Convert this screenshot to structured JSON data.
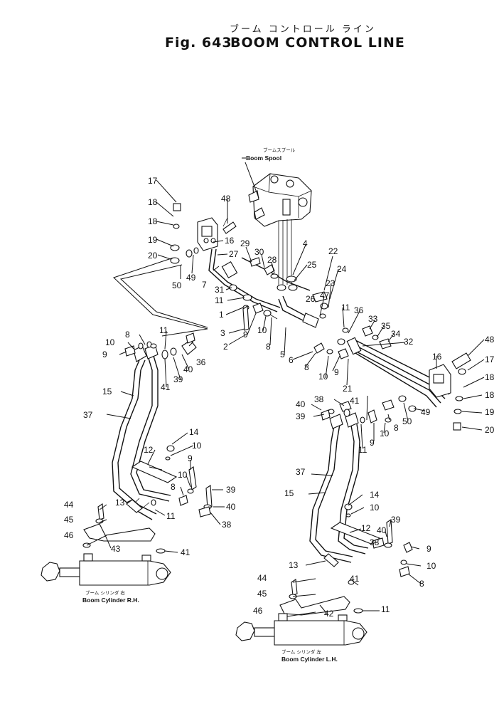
{
  "figure": {
    "title_ja": "ブーム コントロール ライン",
    "fig_number": "Fig. 643",
    "title_en": "BOOM CONTROL LINE"
  },
  "labels": {
    "boom_spool_ja": "ブームスプール",
    "boom_spool_en": "Boom Spool",
    "cyl_rh_ja": "ブーム シリンダ 右",
    "cyl_rh_en": "Boom Cylinder R.H.",
    "cyl_lh_ja": "ブーム シリンダ 左",
    "cyl_lh_en": "Boom Cylinder L.H."
  },
  "callouts": [
    "17",
    "18",
    "18",
    "19",
    "20",
    "50",
    "49",
    "48",
    "16",
    "27",
    "7",
    "31",
    "11",
    "1",
    "3",
    "2",
    "29",
    "30",
    "28",
    "9",
    "10",
    "8",
    "4",
    "25",
    "5",
    "26",
    "22",
    "24",
    "23",
    "47",
    "6",
    "11",
    "36",
    "33",
    "35",
    "34",
    "32",
    "21",
    "8",
    "10",
    "9",
    "48",
    "17",
    "18",
    "16",
    "18",
    "19",
    "20",
    "49",
    "50",
    "38",
    "40",
    "39",
    "41",
    "8",
    "10",
    "11",
    "9",
    "37",
    "15",
    "14",
    "10",
    "12",
    "13",
    "9",
    "10",
    "8",
    "39",
    "40",
    "38",
    "44",
    "45",
    "43",
    "46",
    "41",
    "11",
    "8",
    "9",
    "10",
    "11",
    "41",
    "40",
    "39",
    "36",
    "15",
    "37",
    "14",
    "12",
    "10",
    "9",
    "10",
    "8",
    "39",
    "40",
    "38",
    "44",
    "45",
    "46",
    "42",
    "41",
    "13",
    "11"
  ]
}
